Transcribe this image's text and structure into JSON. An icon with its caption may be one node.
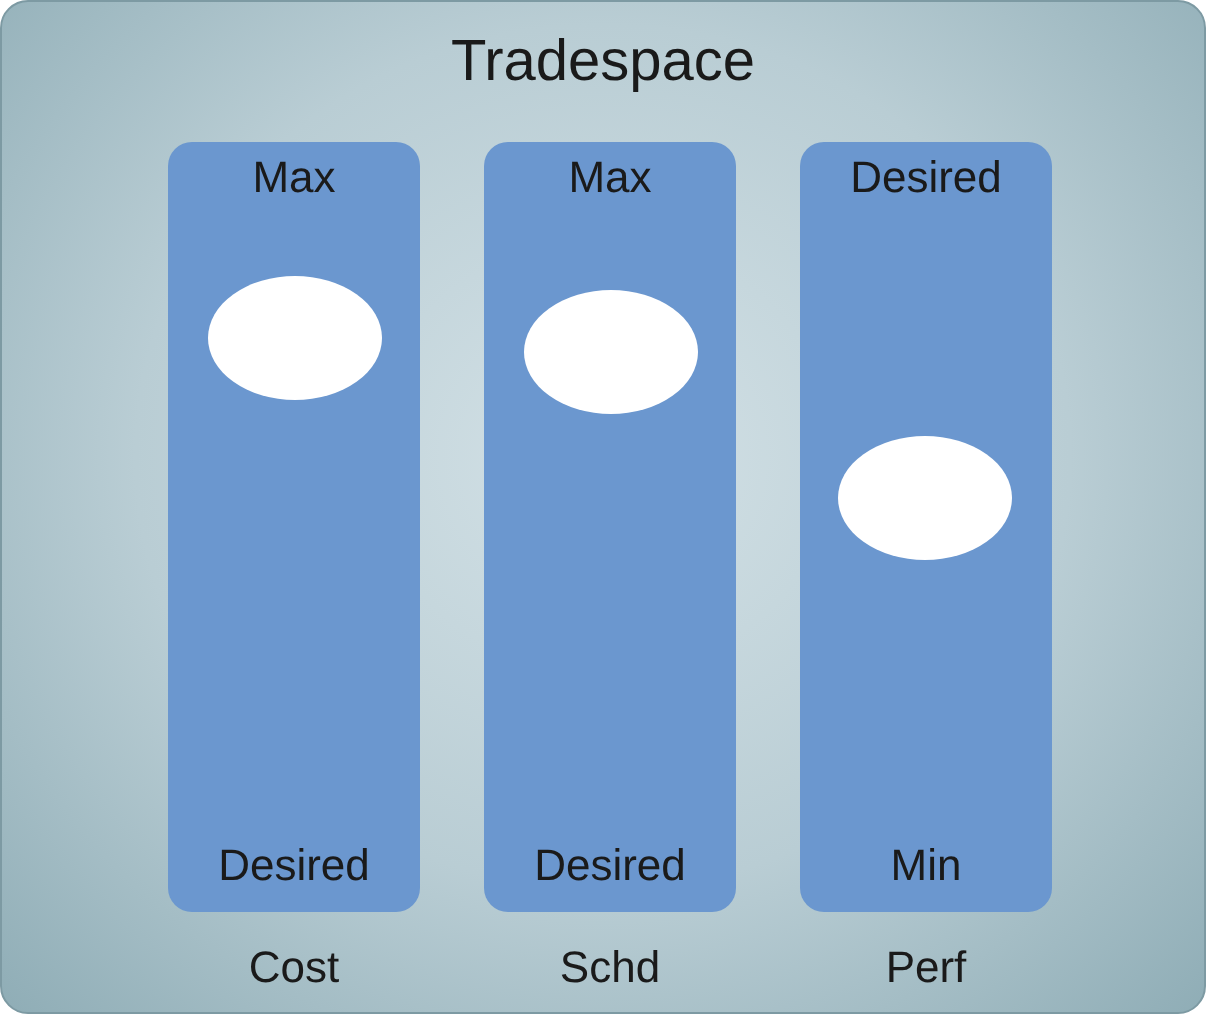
{
  "diagram": {
    "nodes": [
      {
        "text": [
          "Tradespace"
        ]
      },
      {
        "text": [
          "Max",
          "Desired"
        ],
        "in": 0,
        "beside": [
          "Cost"
        ]
      },
      {
        "text": [
          "Max",
          "Desired"
        ],
        "in": 0,
        "beside": [
          "Schd"
        ]
      },
      {
        "text": [
          "Desired",
          "Min"
        ],
        "in": 0,
        "beside": [
          "Perf"
        ]
      },
      {
        "text": [],
        "shape": "ellipse",
        "in": 1
      },
      {
        "text": [],
        "shape": "ellipse",
        "in": 2
      },
      {
        "text": [],
        "shape": "ellipse",
        "in": 3
      }
    ]
  }
}
